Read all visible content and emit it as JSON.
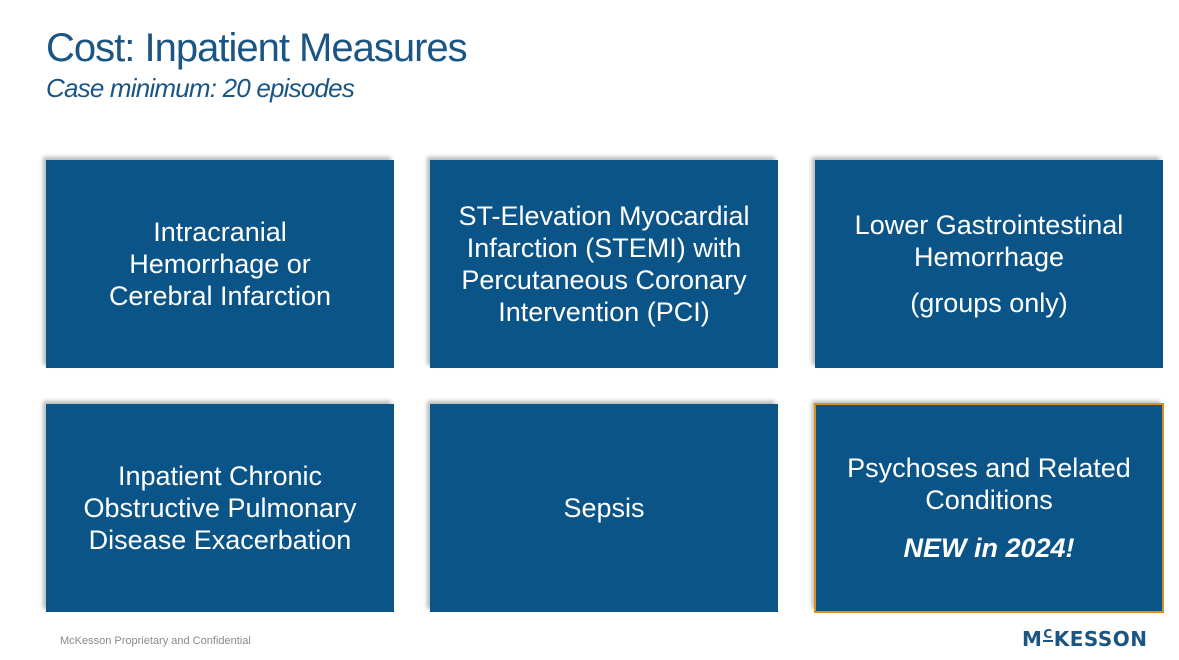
{
  "header": {
    "title": "Cost:  Inpatient Measures",
    "subtitle": "Case minimum: 20 episodes"
  },
  "tiles": [
    {
      "text": "Intracranial Hemorrhage or Cerebral Infarction",
      "note": ""
    },
    {
      "text": "ST-Elevation Myocardial Infarction (STEMI) with Percutaneous Coronary Intervention (PCI)",
      "note": ""
    },
    {
      "text": "Lower Gastrointestinal Hemorrhage",
      "note": "(groups only)"
    },
    {
      "text": "Inpatient Chronic Obstructive Pulmonary Disease Exacerbation",
      "note": ""
    },
    {
      "text": "Sepsis",
      "note": ""
    },
    {
      "text": "Psychoses and Related Conditions",
      "note": "NEW in 2024!"
    }
  ],
  "footer": {
    "confidential": "McKesson Proprietary and Confidential",
    "logo_prefix": "M",
    "logo_sup": "C",
    "logo_rest": "KESSON"
  },
  "colors": {
    "tile_background": "#0b5487",
    "title_text": "#1a5584",
    "featured_border": "#d98f1d"
  }
}
